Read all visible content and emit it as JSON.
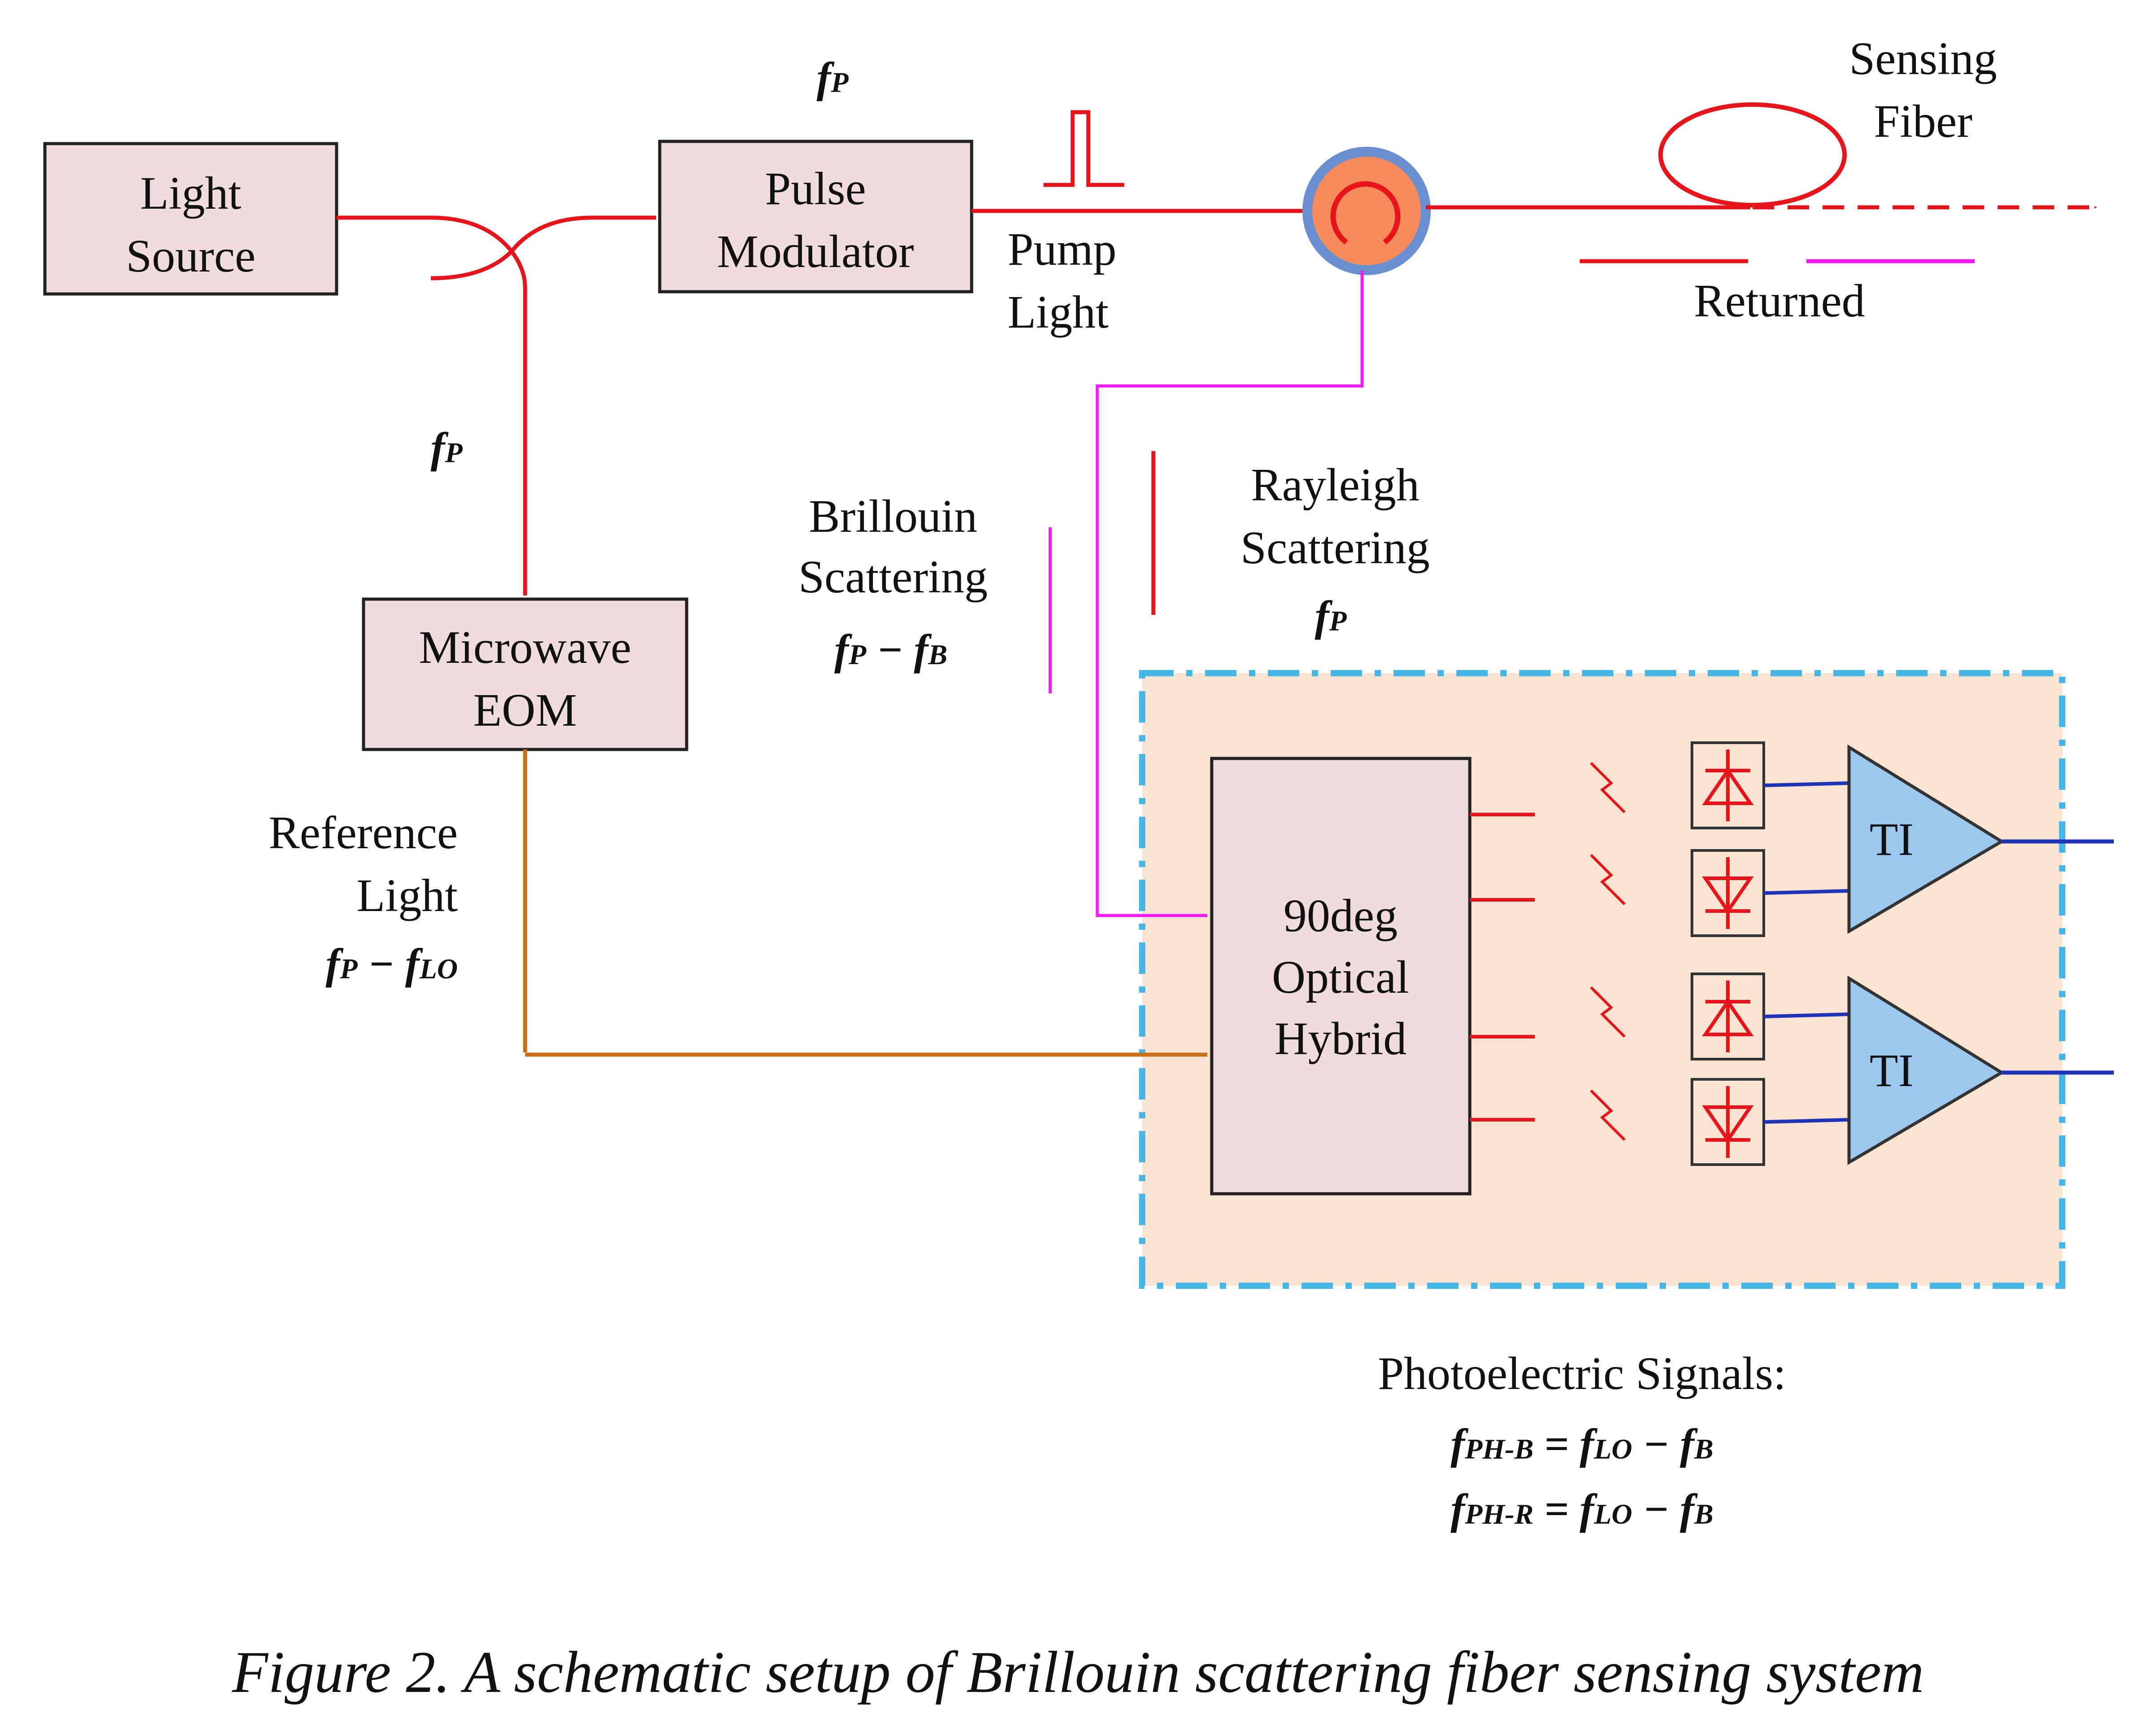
{
  "colors": {
    "pump": "#e8141b",
    "backscatter": "#f319f3",
    "reference": "#c8701a",
    "box_fill": "#f0dcdc",
    "receiver_fill": "#fbe3d1",
    "receiver_border": "#46b6e6",
    "amplifier_fill": "#9cc8f0",
    "signal_out": "#1f33b8",
    "circulator_fill": "#f58a5a",
    "circulator_ring": "#6a8fd1"
  },
  "blocks": {
    "light_source": [
      "Light",
      "Source"
    ],
    "pulse_modulator": [
      "Pulse",
      "Modulator"
    ],
    "microwave_eom": [
      "Microwave",
      "EOM"
    ],
    "optical_hybrid": [
      "90deg",
      "Optical",
      "Hybrid"
    ],
    "amplifier_top": "TI",
    "amplifier_bottom": "TI"
  },
  "labels": {
    "sensing_fiber": [
      "Sensing",
      "Fiber"
    ],
    "pump_light": [
      "Pump",
      "Light"
    ],
    "returned": "Returned",
    "brillouin": [
      "Brillouin",
      "Scattering"
    ],
    "rayleigh": [
      "Rayleigh",
      "Scattering"
    ],
    "reference_light": [
      "Reference",
      "Light"
    ],
    "photoelectric": "Photoelectric Signals:"
  },
  "math": {
    "f": "f",
    "P": "P",
    "B": "B",
    "LO": "LO",
    "PH_B": "PH-B",
    "PH_R": "PH-R",
    "minus": " − ",
    "equals": " = "
  },
  "caption": "Figure 2. A schematic setup of Brillouin scattering fiber sensing system"
}
